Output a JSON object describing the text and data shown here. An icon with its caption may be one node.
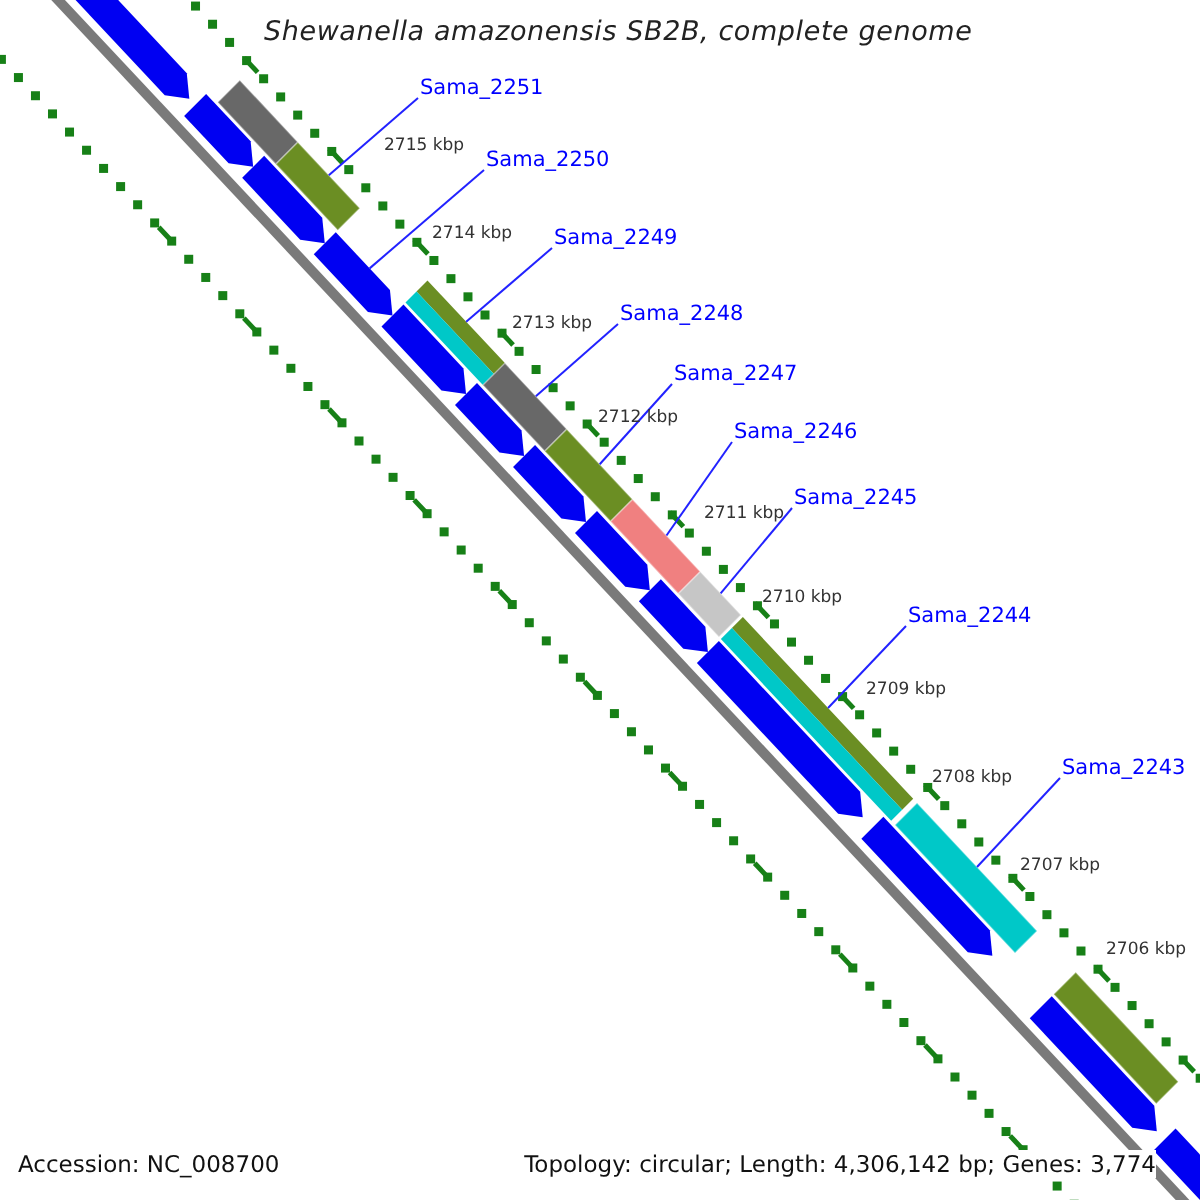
{
  "diagram": {
    "title": "Shewanella amazonensis SB2B, complete genome",
    "nodes": [
      {
        "text": [
          "Sama_2251"
        ]
      },
      {
        "text": [
          "Sama_2250"
        ]
      },
      {
        "text": [
          "Sama_2249"
        ]
      },
      {
        "text": [
          "Sama_2248"
        ]
      },
      {
        "text": [
          "Sama_2247"
        ]
      },
      {
        "text": [
          "Sama_2246"
        ]
      },
      {
        "text": [
          "Sama_2245"
        ]
      },
      {
        "text": [
          "Sama_2244"
        ]
      },
      {
        "text": [
          "Sama_2243"
        ]
      },
      {
        "text": [],
        "shape": "bar"
      },
      {
        "text": [],
        "shape": "bar"
      },
      {
        "text": [],
        "shape": "bar"
      },
      {
        "text": [],
        "shape": "bar"
      },
      {
        "text": [],
        "shape": "bar"
      },
      {
        "text": [],
        "shape": "bar"
      },
      {
        "text": [],
        "shape": "bar"
      },
      {
        "text": [],
        "shape": "bar"
      },
      {
        "text": [],
        "shape": "bar"
      },
      {
        "text": [],
        "shape": "bar"
      },
      {
        "text": [],
        "shape": "bar"
      },
      {
        "text": [],
        "shape": "bar"
      },
      {
        "text": [],
        "shape": "bar"
      },
      {
        "text": [],
        "shape": "bar"
      },
      {
        "text": [],
        "shape": "bar"
      },
      {
        "text": [],
        "shape": "bar"
      },
      {
        "text": [],
        "shape": "bar"
      },
      {
        "text": [],
        "shape": "bar"
      },
      {
        "text": [],
        "shape": "bar"
      },
      {
        "text": [],
        "shape": "bar"
      },
      {
        "text": [],
        "shape": "bar"
      },
      {
        "text": [],
        "shape": "bar"
      },
      {
        "text": [],
        "shape": "bar"
      }
    ],
    "edges": [
      {
        "from": 0,
        "to": 13,
        "arrow": "none"
      },
      {
        "from": 1,
        "to": 14,
        "arrow": "none"
      },
      {
        "from": 2,
        "to": 15,
        "arrow": "none"
      },
      {
        "from": 3,
        "to": 18,
        "arrow": "none"
      },
      {
        "from": 4,
        "to": 20,
        "arrow": "none"
      },
      {
        "from": 5,
        "to": 22,
        "arrow": "none"
      },
      {
        "from": 6,
        "to": 24,
        "arrow": "none"
      },
      {
        "from": 7,
        "to": 25,
        "arrow": "none"
      },
      {
        "from": 8,
        "to": 28,
        "arrow": "none"
      }
    ],
    "labels": [
      "2715 kbp",
      "2714 kbp",
      "2713 kbp",
      "2712 kbp",
      "2711 kbp",
      "2710 kbp",
      "2709 kbp",
      "2708 kbp",
      "2707 kbp",
      "2706 kbp",
      "Accession: NC_008700",
      "Topology: circular; Length: 4,306,142 bp; Genes: 3,774"
    ]
  }
}
